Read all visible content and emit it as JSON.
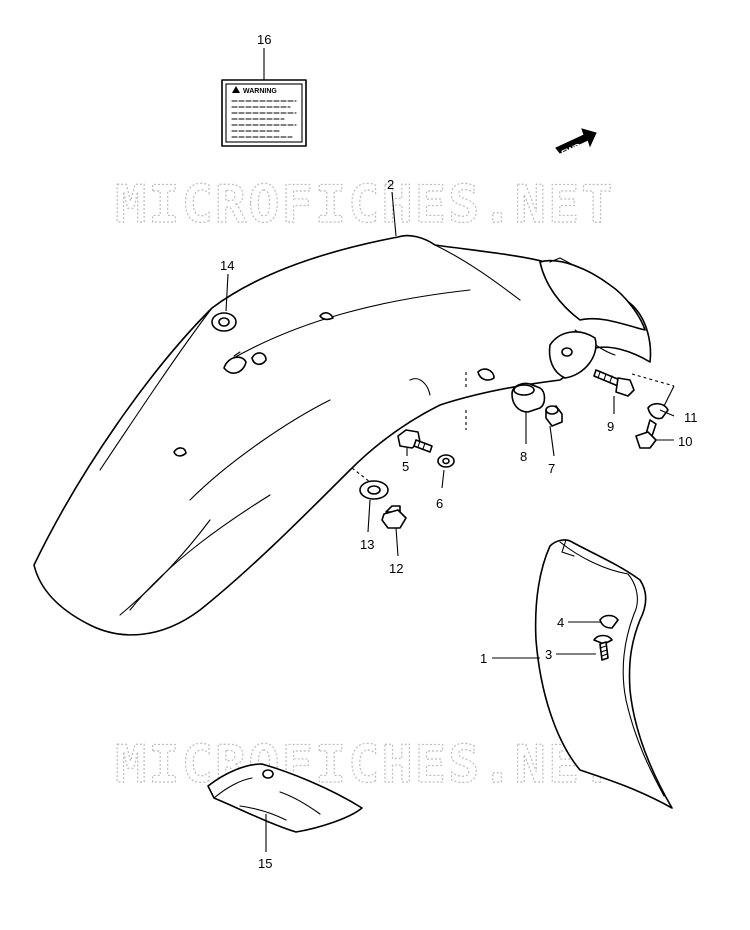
{
  "watermark": {
    "text": "MICROFICHES.NET",
    "color": "#bdbdbd"
  },
  "warning_label": {
    "title": "WARNING"
  },
  "direction_arrow": {
    "text": "FWD"
  },
  "callouts": [
    {
      "id": "c1",
      "label": "1"
    },
    {
      "id": "c2",
      "label": "2"
    },
    {
      "id": "c3",
      "label": "3"
    },
    {
      "id": "c4",
      "label": "4"
    },
    {
      "id": "c5",
      "label": "5"
    },
    {
      "id": "c6",
      "label": "6"
    },
    {
      "id": "c7",
      "label": "7"
    },
    {
      "id": "c8",
      "label": "8"
    },
    {
      "id": "c9",
      "label": "9"
    },
    {
      "id": "c10",
      "label": "10"
    },
    {
      "id": "c11",
      "label": "11"
    },
    {
      "id": "c12",
      "label": "12"
    },
    {
      "id": "c13",
      "label": "13"
    },
    {
      "id": "c14",
      "label": "14"
    },
    {
      "id": "c15",
      "label": "15"
    },
    {
      "id": "c16",
      "label": "16"
    }
  ]
}
